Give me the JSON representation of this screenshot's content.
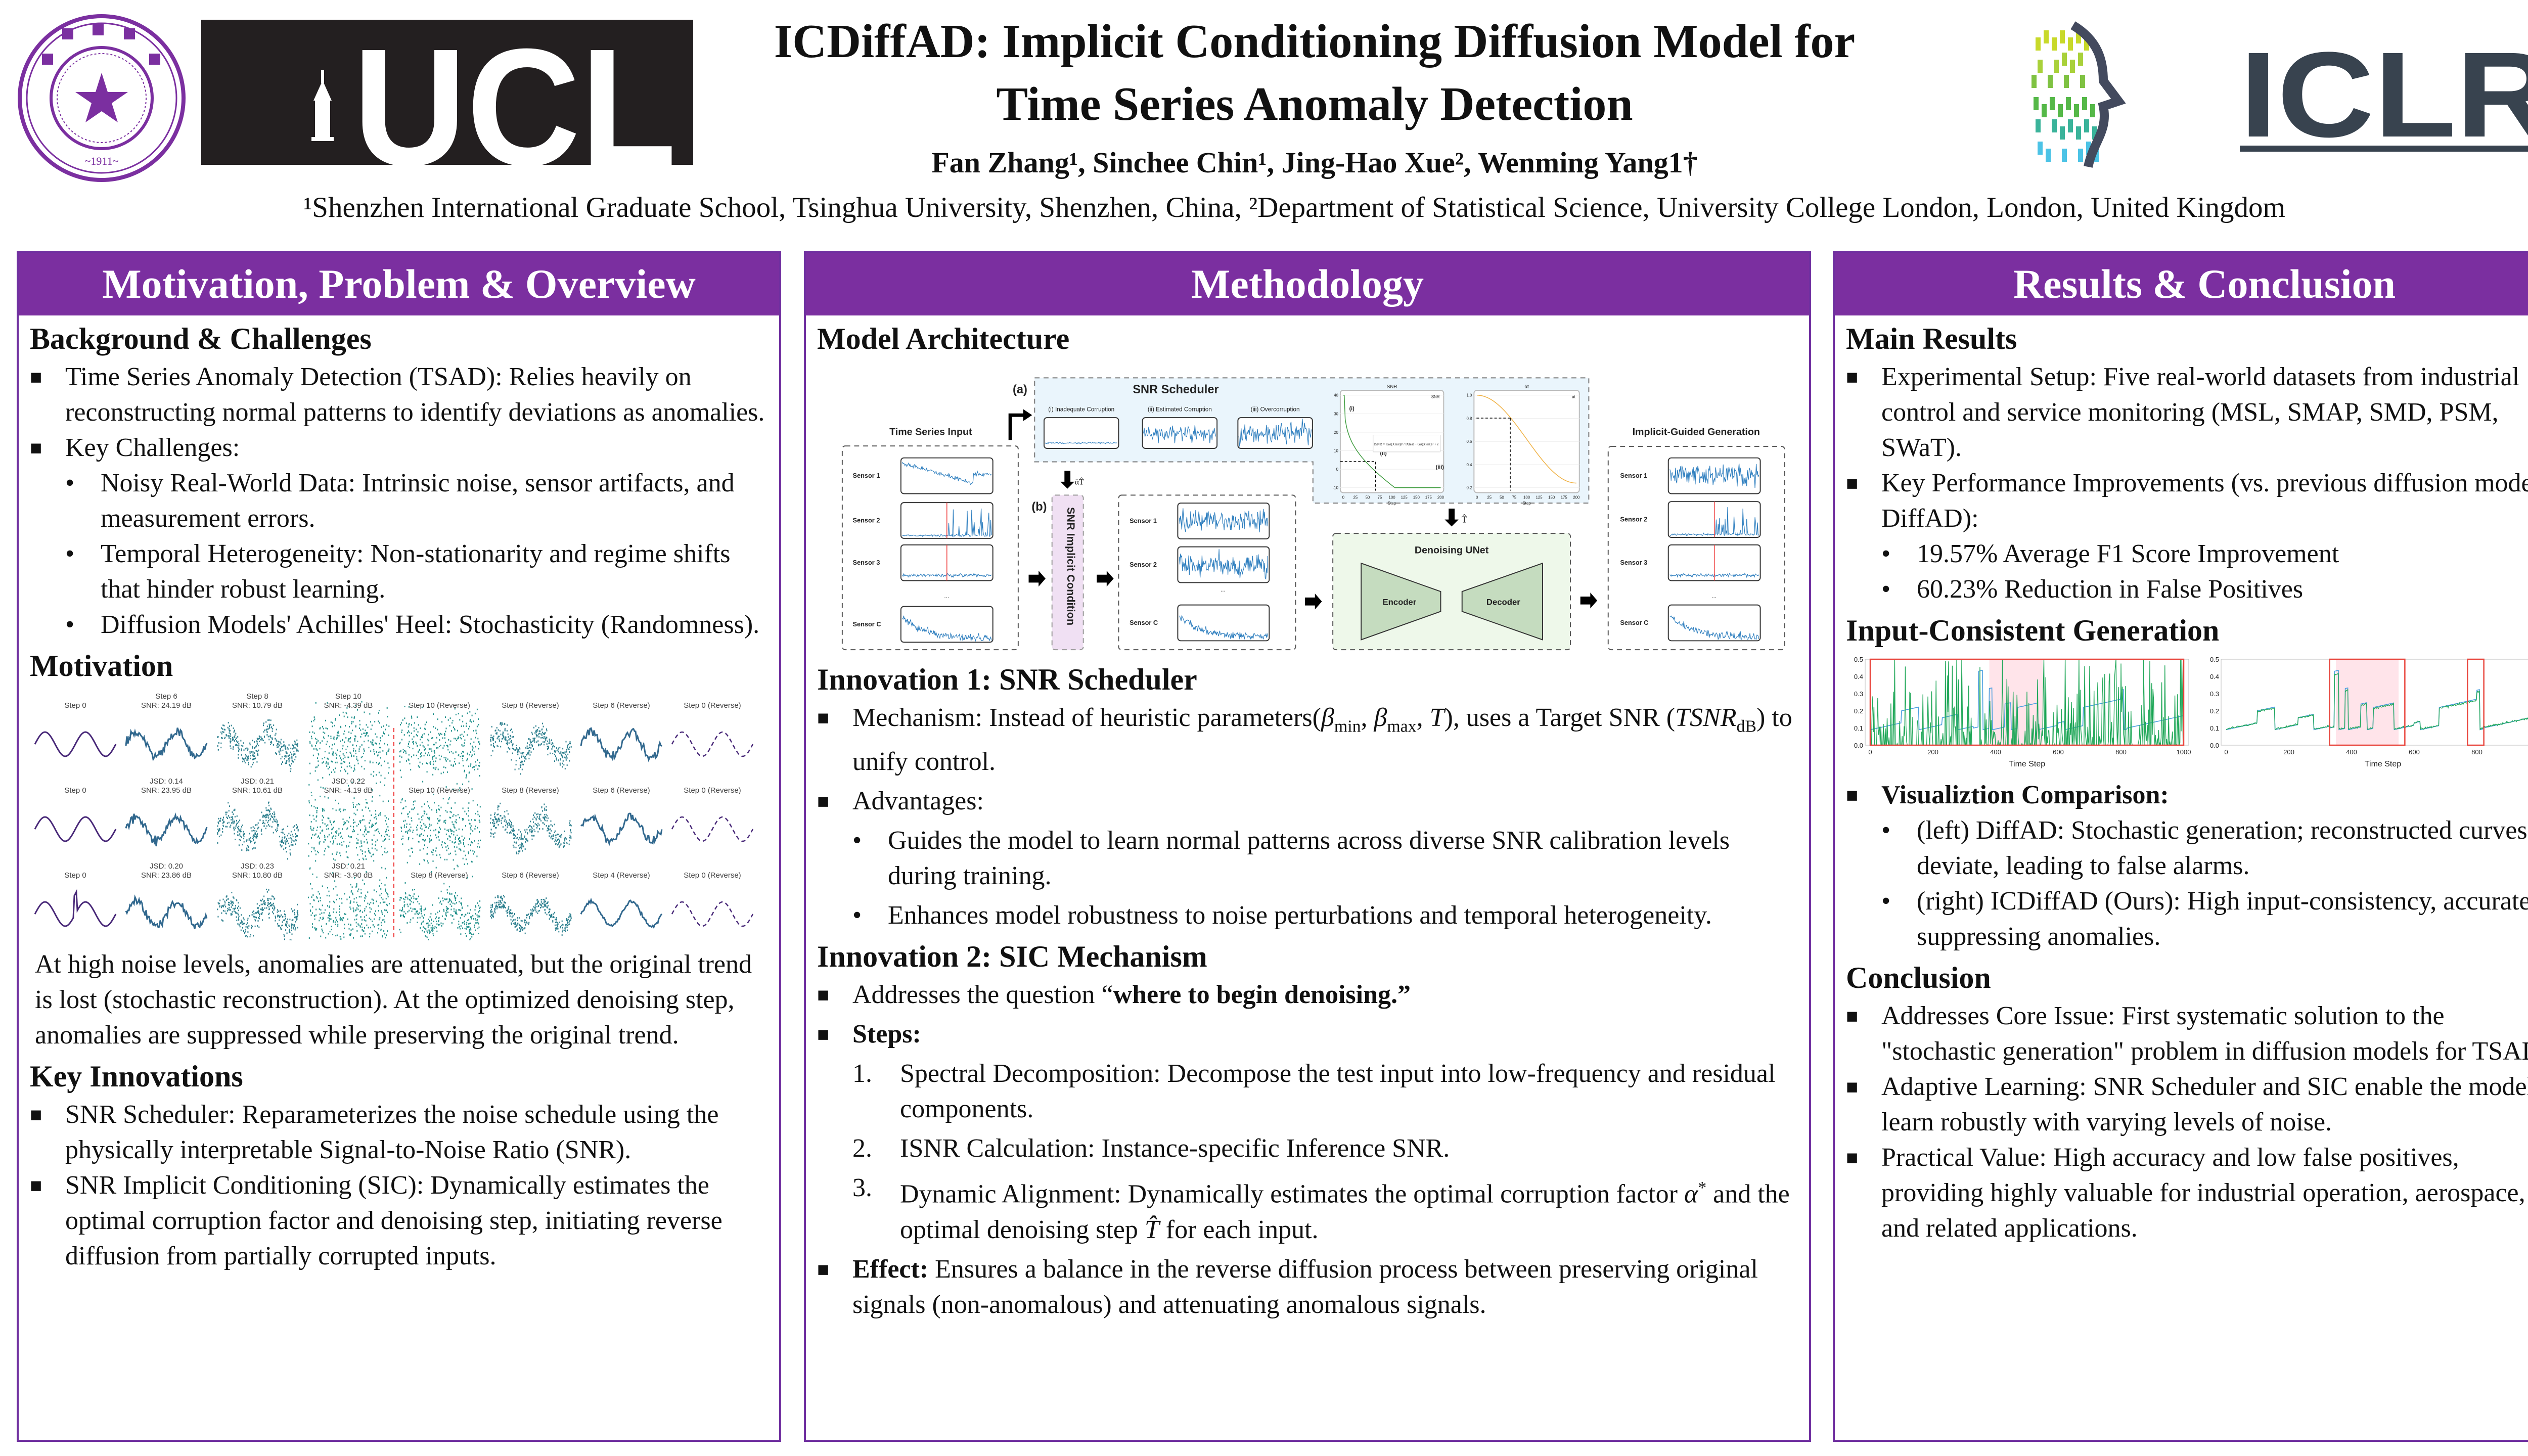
{
  "header": {
    "title_line1": "ICDiffAD: Implicit Conditioning Diffusion Model for",
    "title_line2": "Time Series Anomaly Detection",
    "authors": "Fan Zhang¹, Sinchee Chin¹, Jing-Hao Xue², Wenming Yang1†",
    "affiliations": "¹Shenzhen International Graduate School, Tsinghua University, Shenzhen, China,   ²Department of Statistical Science, University College London, London, United Kingdom",
    "logos": {
      "left1": "Tsinghua University",
      "left2": "UCL",
      "right": "ICLR"
    },
    "colors": {
      "accent": "#7b2fa0",
      "border": "#7030a0",
      "iclr": "#38434f"
    }
  },
  "col1": {
    "header": "Motivation, Problem & Overview",
    "sections": [
      {
        "title": "Background & Challenges",
        "blocks": [
          {
            "type": "sq",
            "items": [
              {
                "segs": [
                  {
                    "t": "Time Series Anomaly Detection (TSAD): Relies heavily on reconstructing normal patterns to identify deviations as anomalies."
                  }
                ]
              },
              {
                "segs": [
                  {
                    "t": "Key Challenges:"
                  }
                ],
                "sub": {
                  "type": "dot",
                  "items": [
                    {
                      "segs": [
                        {
                          "t": "Noisy Real-World Data: Intrinsic noise, sensor artifacts, and measurement errors."
                        }
                      ]
                    },
                    {
                      "segs": [
                        {
                          "t": "Temporal Heterogeneity: Non-stationarity and regime shifts that hinder robust learning."
                        }
                      ]
                    },
                    {
                      "segs": [
                        {
                          "t": "Diffusion Models' Achilles' Heel: Stochasticity (Randomness)."
                        }
                      ]
                    }
                  ]
                }
              }
            ]
          }
        ]
      },
      {
        "title": "Motivation",
        "blocks": [
          {
            "type": "fig",
            "id": "diffusion"
          },
          {
            "type": "p",
            "segs": [
              {
                "t": "At high noise levels, anomalies are attenuated, but the original trend is lost (stochastic reconstruction). At the optimized denoising step, anomalies are suppressed while preserving the original trend."
              }
            ]
          }
        ]
      },
      {
        "title": "Key Innovations",
        "blocks": [
          {
            "type": "sq",
            "items": [
              {
                "segs": [
                  {
                    "t": "SNR Scheduler: Reparameterizes the noise schedule using the physically interpretable Signal-to-Noise Ratio (SNR)."
                  }
                ]
              },
              {
                "segs": [
                  {
                    "t": "SNR Implicit Conditioning (SIC): Dynamically estimates the optimal corruption factor and denoising step, initiating reverse diffusion from partially corrupted inputs."
                  }
                ]
              }
            ]
          }
        ]
      }
    ]
  },
  "col2": {
    "header": "Methodology",
    "sections": [
      {
        "title": "Model Architecture",
        "blocks": [
          {
            "type": "fig",
            "id": "architecture"
          }
        ]
      },
      {
        "title": "Innovation 1: SNR Scheduler",
        "blocks": [
          {
            "type": "sq",
            "items": [
              {
                "segs": [
                  {
                    "t": "Mechanism: Instead of heuristic parameters("
                  },
                  {
                    "t": "β",
                    "f": "i"
                  },
                  {
                    "t": "min",
                    "f": "sub"
                  },
                  {
                    "t": ", "
                  },
                  {
                    "t": "β",
                    "f": "i"
                  },
                  {
                    "t": "max",
                    "f": "sub"
                  },
                  {
                    "t": ", "
                  },
                  {
                    "t": "T",
                    "f": "i"
                  },
                  {
                    "t": "), uses a Target SNR ("
                  },
                  {
                    "t": "TSNR",
                    "f": "i"
                  },
                  {
                    "t": "dB",
                    "f": "sub"
                  },
                  {
                    "t": ") to unify control."
                  }
                ]
              },
              {
                "segs": [
                  {
                    "t": "Advantages:"
                  }
                ],
                "sub": {
                  "type": "dot",
                  "items": [
                    {
                      "segs": [
                        {
                          "t": "Guides the model to learn normal patterns across diverse SNR calibration levels during training."
                        }
                      ]
                    },
                    {
                      "segs": [
                        {
                          "t": "Enhances model robustness to noise perturbations and temporal heterogeneity."
                        }
                      ]
                    }
                  ]
                }
              }
            ]
          }
        ]
      },
      {
        "title": "Innovation 2: SIC Mechanism",
        "blocks": [
          {
            "type": "sq",
            "items": [
              {
                "segs": [
                  {
                    "t": "Addresses the question “"
                  },
                  {
                    "t": "where to begin denoising.”",
                    "f": "b"
                  }
                ]
              },
              {
                "segs": [
                  {
                    "t": "Steps:",
                    "f": "b"
                  }
                ],
                "sub": {
                  "type": "num",
                  "items": [
                    {
                      "n": "1.",
                      "segs": [
                        {
                          "t": "Spectral Decomposition: Decompose the test input into low-frequency and residual components."
                        }
                      ]
                    },
                    {
                      "n": "2.",
                      "segs": [
                        {
                          "t": "ISNR Calculation: Instance-specific Inference SNR."
                        }
                      ]
                    },
                    {
                      "n": "3.",
                      "segs": [
                        {
                          "t": "Dynamic Alignment: Dynamically estimates the optimal corruption factor "
                        },
                        {
                          "t": "α",
                          "f": "i"
                        },
                        {
                          "t": "*",
                          "f": "sup"
                        },
                        {
                          "t": " and the optimal denoising step "
                        },
                        {
                          "t": "T̂",
                          "f": "i"
                        },
                        {
                          "t": " for each input."
                        }
                      ]
                    }
                  ]
                }
              },
              {
                "segs": [
                  {
                    "t": "Effect:",
                    "f": "b"
                  },
                  {
                    "t": " Ensures a balance in the reverse diffusion process between preserving original signals (non-anomalous) and attenuating anomalous signals."
                  }
                ]
              }
            ]
          }
        ]
      }
    ]
  },
  "col3": {
    "header": "Results & Conclusion",
    "sections": [
      {
        "title": "Main Results",
        "blocks": [
          {
            "type": "sq",
            "items": [
              {
                "segs": [
                  {
                    "t": "Experimental Setup: Five real-world datasets from industrial control and service monitoring (MSL, SMAP, SMD, PSM, SWaT)."
                  }
                ]
              },
              {
                "segs": [
                  {
                    "t": "Key Performance Improvements (vs. previous diffusion model DiffAD):"
                  }
                ],
                "sub": {
                  "type": "dot",
                  "items": [
                    {
                      "segs": [
                        {
                          "t": "19.57% Average F1 Score Improvement"
                        }
                      ]
                    },
                    {
                      "segs": [
                        {
                          "t": "60.23% Reduction in False Positives"
                        }
                      ]
                    }
                  ]
                }
              }
            ]
          }
        ]
      },
      {
        "title": "Input-Consistent Generation",
        "blocks": [
          {
            "type": "fig",
            "id": "results"
          },
          {
            "type": "sq",
            "items": [
              {
                "segs": [
                  {
                    "t": "Visualiztion Comparison:",
                    "f": "b"
                  }
                ],
                "sub": {
                  "type": "dot",
                  "items": [
                    {
                      "segs": [
                        {
                          "t": "(left) DiffAD: Stochastic generation; reconstructed curves deviate, leading to false alarms."
                        }
                      ]
                    },
                    {
                      "segs": [
                        {
                          "t": "(right) ICDiffAD (Ours): High input-consistency, accurately suppressing anomalies."
                        }
                      ]
                    }
                  ]
                }
              }
            ]
          }
        ]
      },
      {
        "title": "Conclusion",
        "blocks": [
          {
            "type": "sq",
            "items": [
              {
                "segs": [
                  {
                    "t": "Addresses Core Issue: First systematic solution to the \"stochastic generation\" problem in diffusion models for TSAD."
                  }
                ]
              },
              {
                "segs": [
                  {
                    "t": "Adaptive Learning: SNR Scheduler and SIC enable the model to learn robustly with varying levels of noise."
                  }
                ]
              },
              {
                "segs": [
                  {
                    "t": "Practical Value: High accuracy and low false positives, providing highly valuable for industrial operation, aerospace, and related applications."
                  }
                ]
              }
            ]
          }
        ]
      }
    ]
  },
  "figures": {
    "diffusion": {
      "rows": [
        {
          "labels": [
            [
              "Step 0"
            ],
            [
              "Step 6",
              "SNR: 24.19 dB"
            ],
            [
              "Step 8",
              "SNR: 10.79 dB"
            ],
            [
              "Step 10",
              "SNR: -4.39 dB"
            ],
            [
              "Step 10 (Reverse)"
            ],
            [
              "Step 8 (Reverse)"
            ],
            [
              "Step 6 (Reverse)"
            ],
            [
              "Step 0 (Reverse)"
            ]
          ]
        },
        {
          "labels": [
            [
              "Step 0"
            ],
            [
              "JSD: 0.14",
              "SNR: 23.95 dB"
            ],
            [
              "JSD: 0.21",
              "SNR: 10.61 dB"
            ],
            [
              "JSD: 0.22",
              "SNR: -4.19 dB"
            ],
            [
              "Step 10 (Reverse)"
            ],
            [
              "Step 8 (Reverse)"
            ],
            [
              "Step 6 (Reverse)"
            ],
            [
              "Step 0 (Reverse)"
            ]
          ]
        },
        {
          "labels": [
            [
              "Step 0"
            ],
            [
              "JSD: 0.20",
              "SNR: 23.86 dB"
            ],
            [
              "JSD: 0.23",
              "SNR: 10.80 dB"
            ],
            [
              "JSD: 0.21",
              "SNR: -3.90 dB"
            ],
            [
              "Step 8 (Reverse)"
            ],
            [
              "Step 6 (Reverse)"
            ],
            [
              "Step 4 (Reverse)"
            ],
            [
              "Step 0 (Reverse)"
            ]
          ]
        }
      ]
    },
    "architecture": {
      "a_label": "(a)",
      "b_label": "(b)",
      "scheduler_title": "SNR Scheduler",
      "corruptions": [
        "(i) Inadequate Corruption",
        "(ii) Estimated Corruption",
        "(iii) Overcorruption"
      ],
      "input_title": "Time Series Input",
      "output_title": "Implicit-Guided Generation",
      "sensors": [
        "Sensor 1",
        "Sensor 2",
        "Sensor 3",
        "Sensor C"
      ],
      "ellipsis": "...",
      "sic_label": "SNR Implicit Condition",
      "unet_title": "Denoising UNet",
      "encoder": "Encoder",
      "decoder": "Decoder",
      "alpha_label": "ᾱT̂",
      "t_label": "T̂",
      "snr_chart": {
        "title": "SNR",
        "legend": "SNR",
        "yticks": [
          "40",
          "30",
          "20",
          "10",
          "0",
          "-10"
        ],
        "xticks": [
          "0",
          "25",
          "50",
          "75",
          "100",
          "125",
          "150",
          "175",
          "200"
        ],
        "xlabel": "Step",
        "markers": [
          "(i)",
          "(ii)",
          "(iii)"
        ],
        "formula": "ISNR = ‖Gσ(Xtest)‖² / ‖Xtest − Gσ(Xtest)‖² + ε"
      },
      "alpha_chart": {
        "title": "ᾱt",
        "legend": "ᾱt",
        "yticks": [
          "1.0",
          "0.8",
          "0.6",
          "0.4",
          "0.2"
        ],
        "xticks": [
          "0",
          "25",
          "50",
          "75",
          "100",
          "125",
          "150",
          "175",
          "200"
        ],
        "xlabel": "Step"
      }
    },
    "results": {
      "yticks": [
        "0.5",
        "0.4",
        "0.3",
        "0.2",
        "0.1",
        "0.0"
      ],
      "xticks": [
        "0",
        "200",
        "400",
        "600",
        "800",
        "1000"
      ],
      "xlabel": "Time Step",
      "colors": {
        "original": "#4a9fe0",
        "reconstruction": "#22a85a",
        "anomaly_box": "#e8453c",
        "anomaly_fill": "#ffe4ea"
      }
    }
  }
}
